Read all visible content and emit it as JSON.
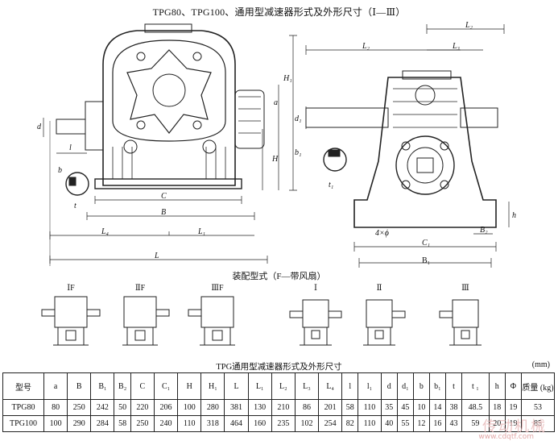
{
  "title": "TPG80、TPG100、通用型减速器形式及外形尺寸（Ⅰ—Ⅲ）",
  "labels": {
    "H1": "H₁",
    "a": "a",
    "H": "H",
    "d": "d",
    "l": "l",
    "b": "b",
    "t": "t",
    "C": "C",
    "B": "B",
    "L4": "L₄",
    "L1": "L₁",
    "L": "L",
    "L2": "L₂",
    "L3": "L₃",
    "d1": "d₁",
    "b1": "b₁",
    "t1": "t₁",
    "h": "h",
    "fourphi": "4×ϕ",
    "B2": "B₂",
    "C1": "C₁",
    "B1": "B₁"
  },
  "assembly_title": "装配型式（F—带风扇）",
  "mount_types": [
    "ⅠF",
    "ⅡF",
    "ⅢF",
    "Ⅰ",
    "Ⅱ",
    "Ⅲ"
  ],
  "table": {
    "caption": "TPG通用型减速器形式及外形尺寸",
    "unit": "(mm)",
    "headers": [
      "型号",
      "a",
      "B",
      "B₁",
      "B₂",
      "C",
      "C₁",
      "H",
      "H₁",
      "L",
      "L₁",
      "L₂",
      "L₃",
      "L₄",
      "l",
      "l₁",
      "d",
      "d₁",
      "b",
      "b₁",
      "t",
      "t ₁",
      "h",
      "Φ",
      "质量 (kg)"
    ],
    "rows": [
      [
        "TPG80",
        "80",
        "250",
        "242",
        "50",
        "220",
        "206",
        "100",
        "280",
        "381",
        "130",
        "210",
        "86",
        "201",
        "58",
        "110",
        "35",
        "45",
        "10",
        "14",
        "38",
        "48.5",
        "18",
        "19",
        "53"
      ],
      [
        "TPG100",
        "100",
        "290",
        "284",
        "58",
        "250",
        "240",
        "110",
        "318",
        "464",
        "160",
        "235",
        "102",
        "254",
        "82",
        "110",
        "40",
        "55",
        "12",
        "16",
        "43",
        "59",
        "20",
        "19",
        "85"
      ]
    ]
  },
  "watermark": "传动机械",
  "watermark_url": "www.cdqtf.com"
}
